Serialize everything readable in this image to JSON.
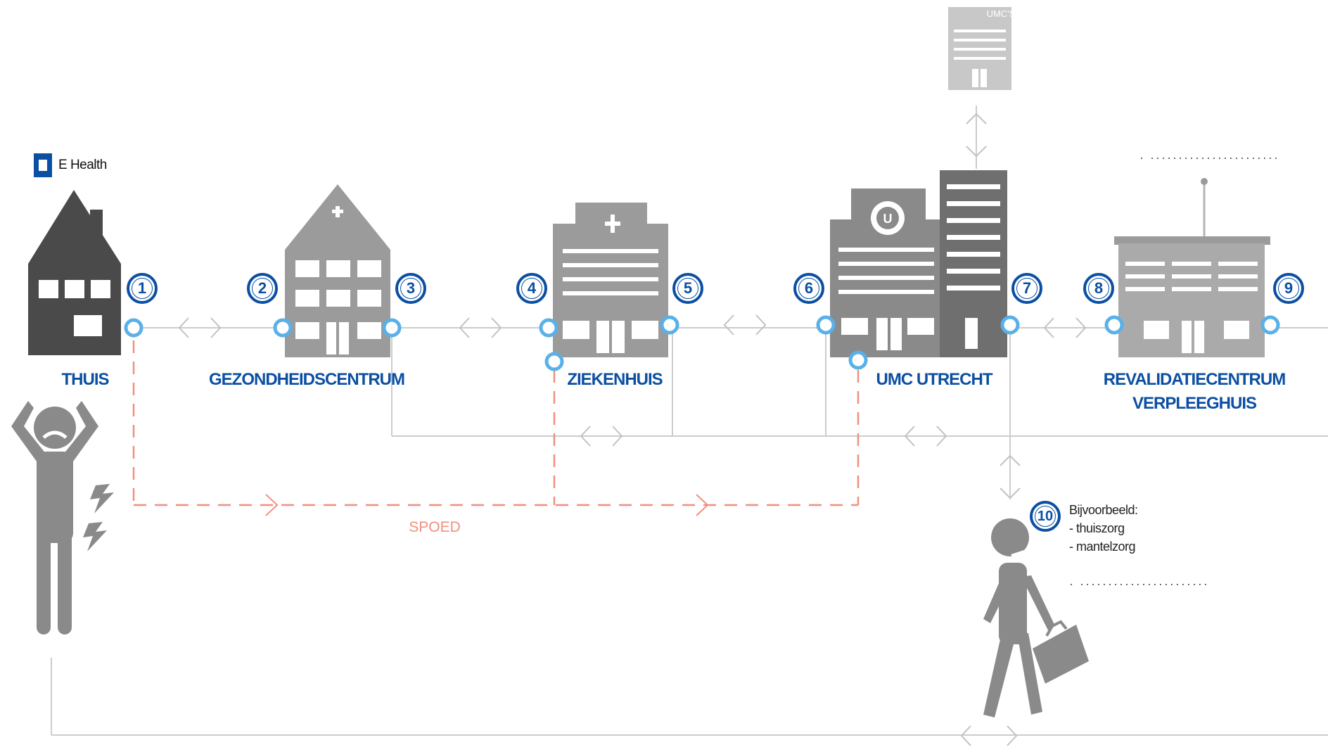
{
  "ehealth_label": "E Health",
  "umcs_label": "UMC'S",
  "locations": [
    {
      "id": "thuis",
      "label": "THUIS"
    },
    {
      "id": "gezondheidscentrum",
      "label": "GEZONDHEIDSCENTRUM"
    },
    {
      "id": "ziekenhuis",
      "label": "ZIEKENHUIS"
    },
    {
      "id": "umc-utrecht",
      "label": "UMC UTRECHT"
    },
    {
      "id": "revalidatiecentrum",
      "label": "REVALIDATIECENTRUM",
      "label2": "VERPLEEGHUIS"
    }
  ],
  "steps": [
    "1",
    "2",
    "3",
    "4",
    "5",
    "6",
    "7",
    "8",
    "9",
    "10"
  ],
  "spoed_label": "SPOED",
  "note": {
    "title": "Bijvoorbeeld:",
    "line1": "- thuiszorg",
    "line2": "- mantelzorg"
  },
  "dots_1": "· ·······················",
  "dots_2": "· ·······················",
  "colors": {
    "brand": "#0b4fa3",
    "building": "#9b9b9b",
    "dark": "#4a4a4a",
    "line": "#cccccc",
    "spoed": "#f0907f",
    "node": "#5ab0e8"
  }
}
